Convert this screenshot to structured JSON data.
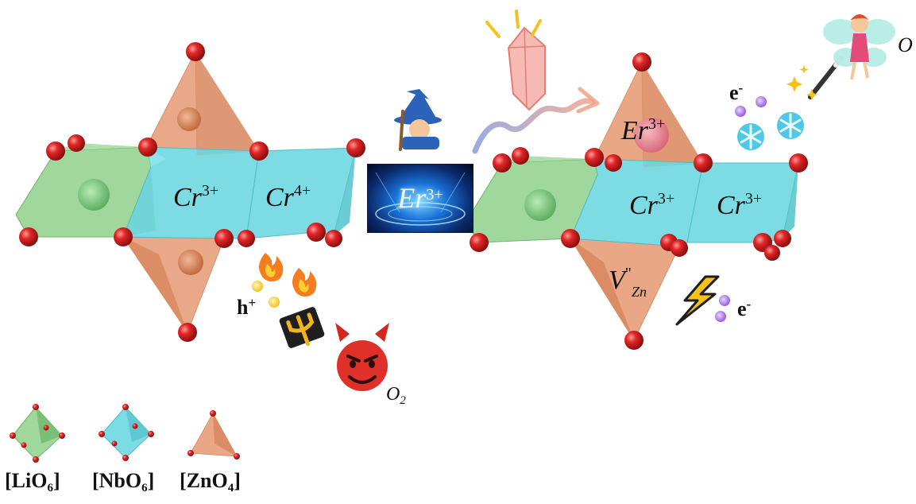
{
  "colors": {
    "li_octahedron": "#8fd08c",
    "nb_octahedron": "#6fd7e0",
    "zn_tetrahedron": "#e7a07b",
    "oxygen": "#d42222"
  },
  "left_structure": {
    "cr_a": {
      "base": "Cr",
      "charge": "3+"
    },
    "cr_b": {
      "base": "Cr",
      "charge": "4+"
    },
    "hole": {
      "base": "h",
      "charge": "+"
    },
    "oxygen_label": {
      "base": "O",
      "sub": "2"
    }
  },
  "center": {
    "dopant": {
      "base": "Er",
      "charge": "3+"
    }
  },
  "right_structure": {
    "er": {
      "base": "Er",
      "charge": "3+"
    },
    "cr_a": {
      "base": "Cr",
      "charge": "3+"
    },
    "cr_b": {
      "base": "Cr",
      "charge": "3+"
    },
    "vacancy": {
      "base": "V",
      "sup": "\"",
      "sub": "Zn"
    },
    "electron_top": {
      "base": "e",
      "charge": "-"
    },
    "electron_bottom": {
      "base": "e",
      "charge": "-"
    },
    "oxygen_label_partial": "O"
  },
  "legend": {
    "items": [
      {
        "pre": "[LiO",
        "sub": "6",
        "post": "]"
      },
      {
        "pre": "[NbO",
        "sub": "6",
        "post": "]"
      },
      {
        "pre": "[ZnO",
        "sub": "4",
        "post": "]"
      }
    ]
  },
  "icons": [
    "wizard-icon",
    "crystal-icon",
    "fairy-icon",
    "magic-wand-icon",
    "sparkles-icon",
    "snowflake-icon",
    "fire-icon",
    "trident-icon",
    "devil-icon",
    "lightning-icon"
  ]
}
